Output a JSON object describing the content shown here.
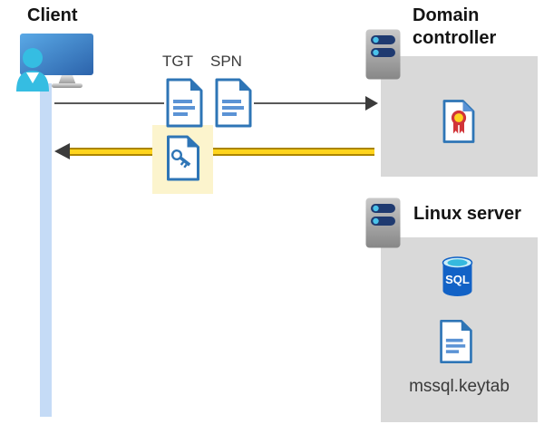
{
  "client": {
    "label": "Client"
  },
  "flow": {
    "tgt_label": "TGT",
    "spn_label": "SPN",
    "request_arrow": {
      "from": "client",
      "to": "domain-controller",
      "color": "#595959"
    },
    "ticket_arrow": {
      "from": "domain-controller",
      "to": "client",
      "color": "#ffd41c",
      "highlight": "#fcf4cd"
    }
  },
  "domain_controller": {
    "label": "Domain controller"
  },
  "linux_server": {
    "label": "Linux server",
    "keytab_file": "mssql.keytab"
  },
  "sql_label": "SQL",
  "icons": {
    "client": "monitor-with-user-icon",
    "domain_controller": "server-icon",
    "linux_server": "server-icon",
    "tgt": "document-icon",
    "spn": "document-icon",
    "ticket": "document-key-icon",
    "certificate": "document-certificate-icon",
    "database": "sql-database-icon",
    "keytab": "document-icon"
  },
  "colors": {
    "document_blue": "#2e75b6",
    "document_line_blue": "#5b93d5",
    "box_gray": "#d9d9d9",
    "server_bar_navy": "#1f3a70",
    "server_dot_cyan": "#4ac2ea",
    "person_cyan": "#35bde2",
    "monitor_blue": "#2c63ab",
    "client_bar_blue": "#c5dbf6",
    "certificate_red": "#d13438",
    "certificate_yellow": "#ffd21f",
    "sql_blue": "#1262c6",
    "arrow_gray": "#595959",
    "arrow_yellow": "#ffd41c",
    "highlight_yellow": "#fcf4cd"
  }
}
